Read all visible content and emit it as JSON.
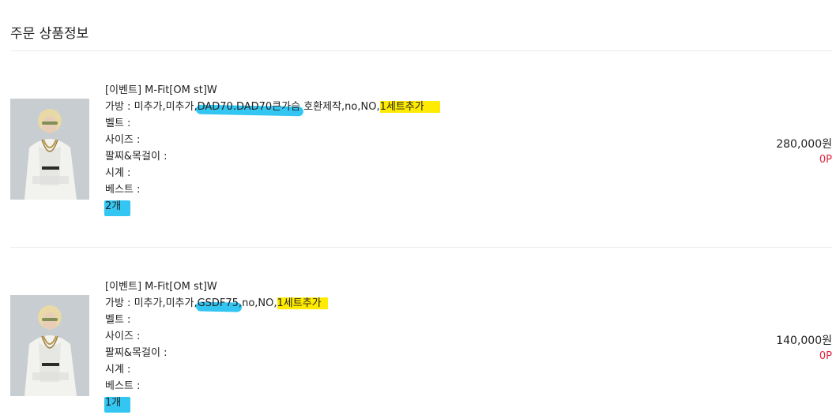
{
  "section": {
    "title": "주문 상품정보"
  },
  "items": [
    {
      "name": "[이벤트] M-Fit[OM st]W",
      "bag_prefix": "가방 : 미추가,미추가,",
      "bag_highlight_blue": "DAD70.DAD70큰가슴",
      "bag_mid": " 호환제작,no,NO,",
      "bag_highlight_yellow": "1세트추가",
      "belt": "벨트 :",
      "size": "사이즈 :",
      "bracelet": "팔찌&목걸이 :",
      "watch": "시계 :",
      "vest": "베스트 :",
      "quantity": "2개",
      "price": "280,000원",
      "points": "0P"
    },
    {
      "name": "[이벤트] M-Fit[OM st]W",
      "bag_prefix": "가방 : 미추가,미추가,",
      "bag_highlight_blue": "GSDF75",
      "bag_mid": ",no,NO,",
      "bag_highlight_yellow": "1세트추가",
      "belt": "벨트 :",
      "size": "사이즈 :",
      "bracelet": "팔찌&목걸이 :",
      "watch": "시계 :",
      "vest": "베스트 :",
      "quantity": "1개",
      "price": "140,000원",
      "points": "0P"
    }
  ],
  "colors": {
    "highlight_yellow": "#ffeb00",
    "highlight_blue": "#34c6f2",
    "points_red": "#e0203a"
  }
}
